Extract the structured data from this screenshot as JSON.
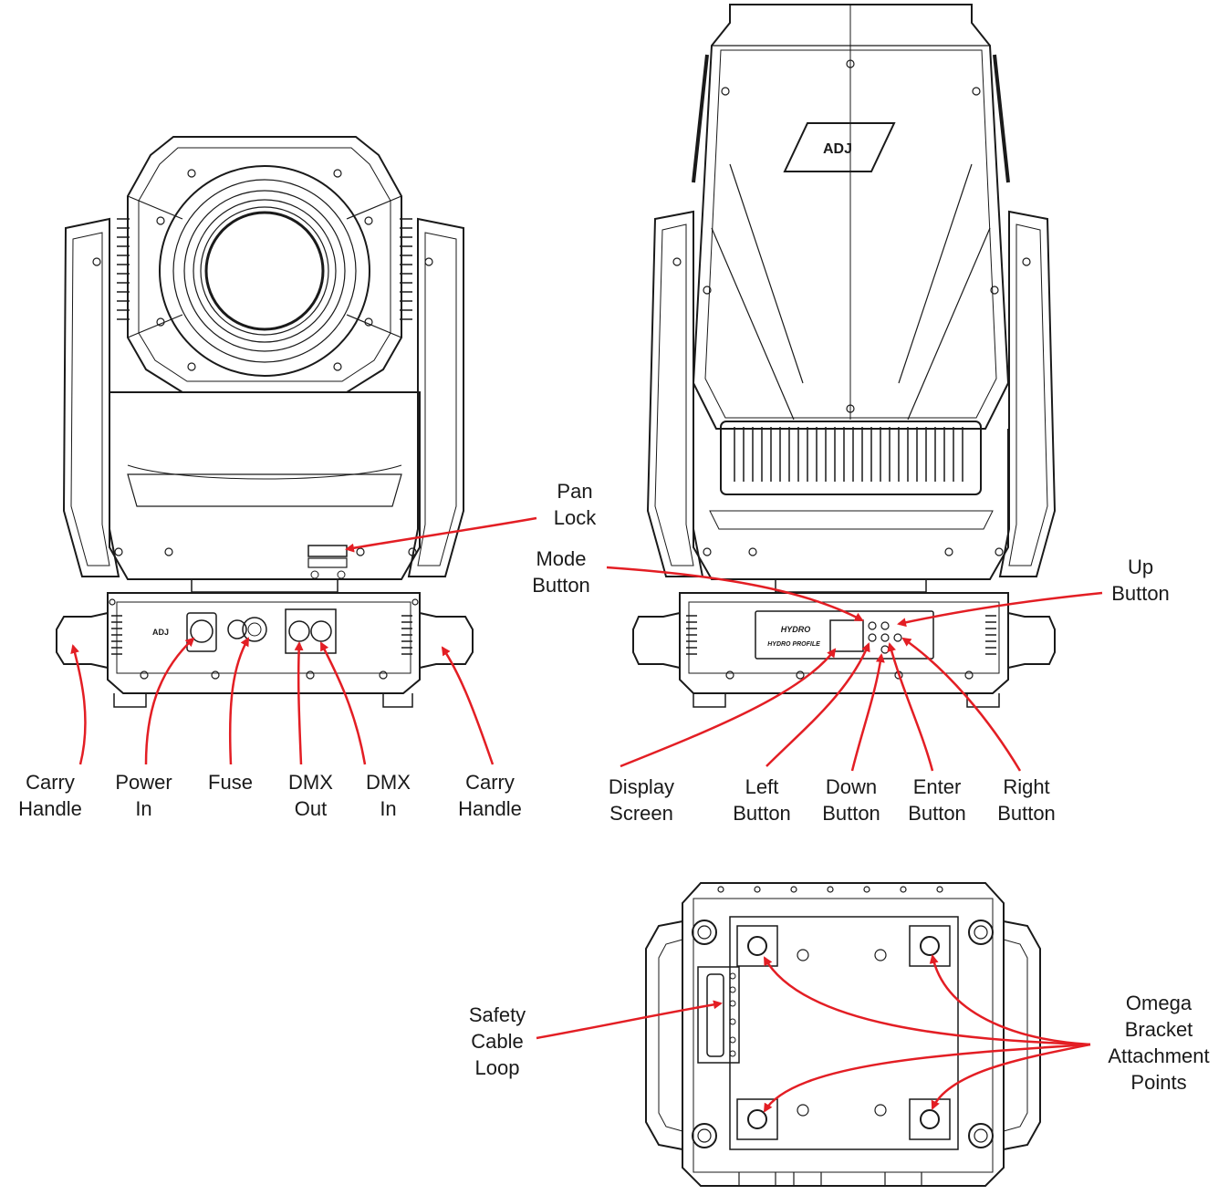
{
  "logo_text": "ADJ",
  "panel_text": {
    "brand": "HYDRO",
    "model": "HYDRO PROFILE"
  },
  "labels": {
    "pan_lock": [
      "Pan",
      "Lock"
    ],
    "carry_handle_left": [
      "Carry",
      "Handle"
    ],
    "power_in": [
      "Power",
      "In"
    ],
    "fuse": [
      "Fuse"
    ],
    "dmx_out": [
      "DMX",
      "Out"
    ],
    "dmx_in": [
      "DMX",
      "In"
    ],
    "carry_handle_right": [
      "Carry",
      "Handle"
    ],
    "mode_button": [
      "Mode",
      "Button"
    ],
    "up_button": [
      "Up",
      "Button"
    ],
    "display_screen": [
      "Display",
      "Screen"
    ],
    "left_button": [
      "Left",
      "Button"
    ],
    "down_button": [
      "Down",
      "Button"
    ],
    "enter_button": [
      "Enter",
      "Button"
    ],
    "right_button": [
      "Right",
      "Button"
    ],
    "safety_cable_loop": [
      "Safety",
      "Cable",
      "Loop"
    ],
    "omega_bracket": [
      "Omega",
      "Bracket",
      "Attachment",
      "Points"
    ]
  },
  "colors": {
    "line": "#1a1a1a",
    "arrow": "#e31e24",
    "background": "#ffffff"
  }
}
